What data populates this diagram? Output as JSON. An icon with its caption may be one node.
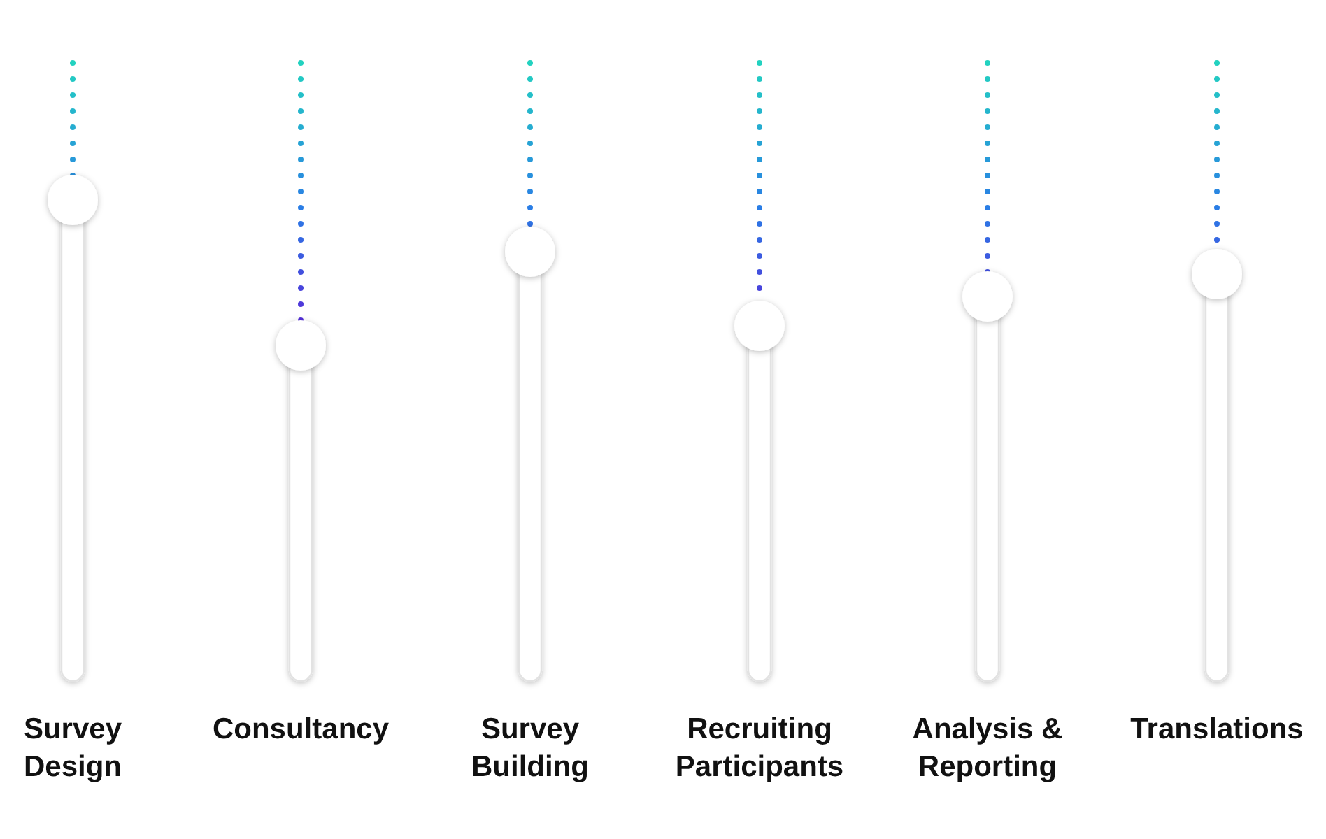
{
  "diagram": {
    "labels": [
      "Survey Design",
      "Consultancy",
      "Survey Building",
      "Recruiting Participants",
      "Analysis & Reporting",
      "Translations"
    ]
  }
}
